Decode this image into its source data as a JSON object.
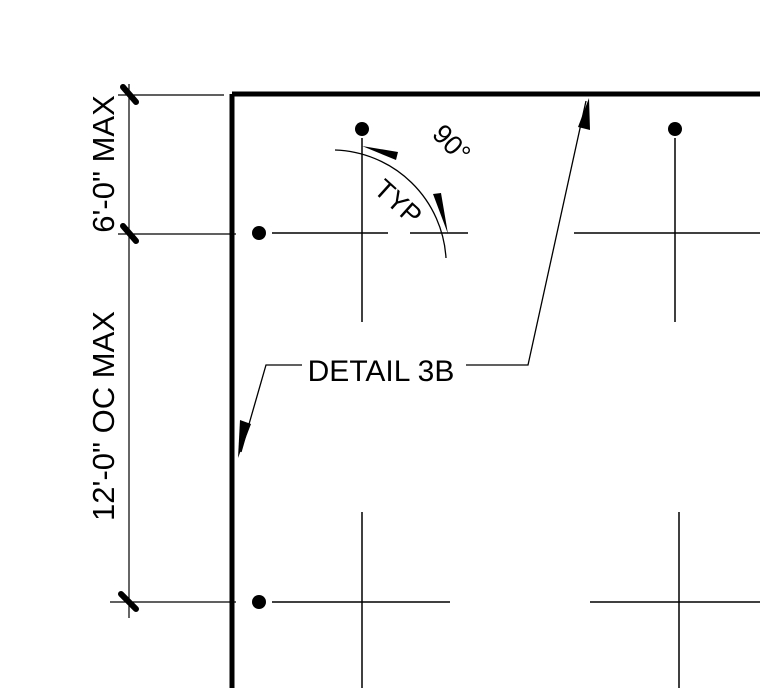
{
  "drawing": {
    "dim_top": "6'-0\" MAX",
    "dim_bottom": "12'-0\" OC MAX",
    "angle_label": "90°",
    "typ_label": "TYP",
    "callout": "DETAIL 3B"
  },
  "colors": {
    "line": "#000000",
    "background": "#ffffff"
  }
}
